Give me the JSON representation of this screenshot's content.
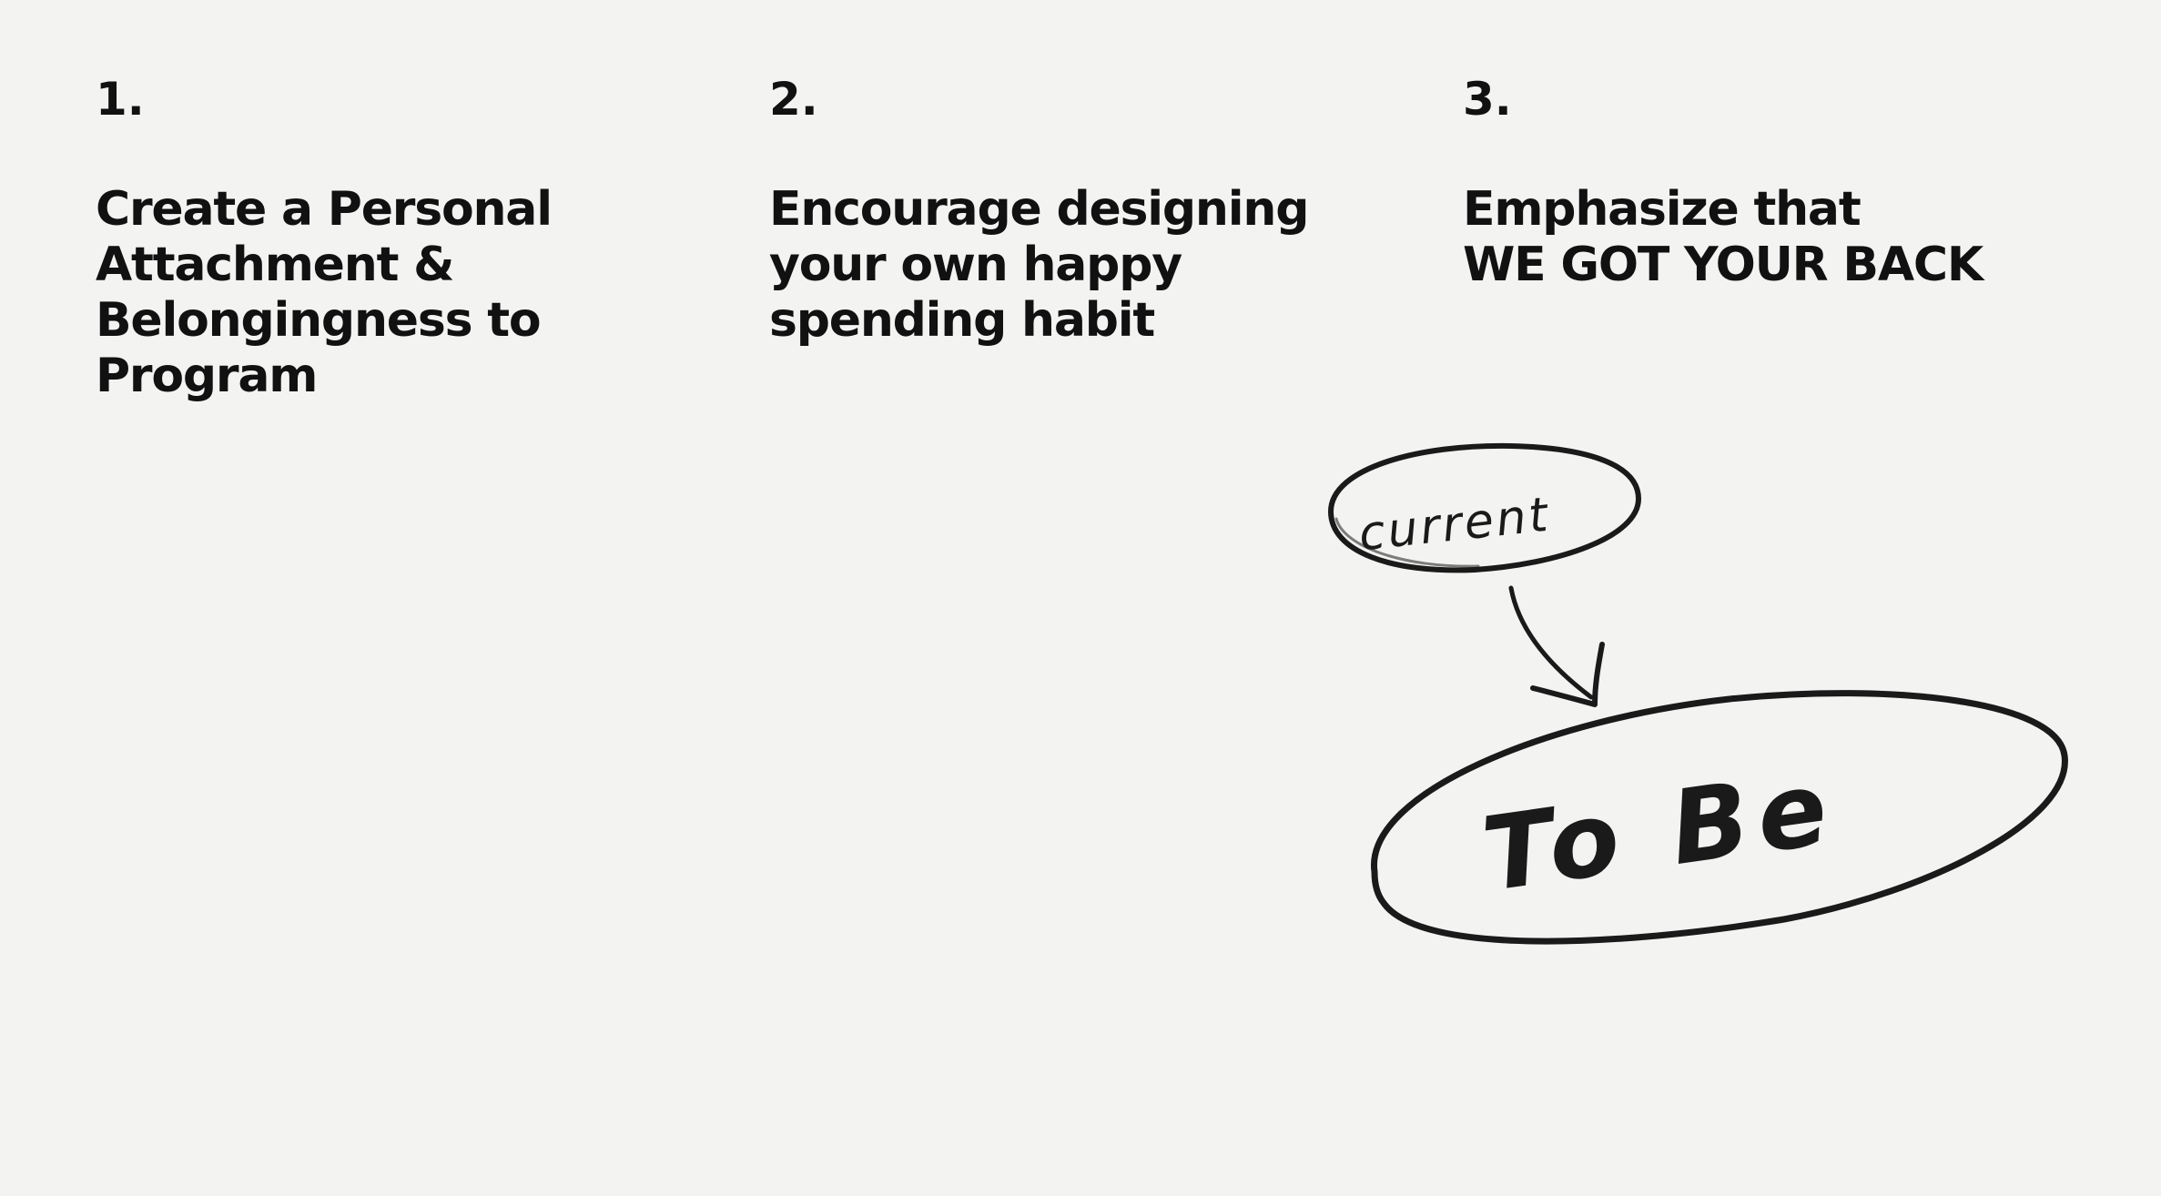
{
  "items": [
    {
      "number": "1.",
      "lines": [
        "Create a Personal",
        "Attachment &",
        "Belongingness to",
        "Program"
      ]
    },
    {
      "number": "2.",
      "lines": [
        "Encourage designing",
        "your own happy",
        "spending habit"
      ]
    },
    {
      "number": "3.",
      "lines": [
        "Emphasize that",
        "WE GOT YOUR BACK"
      ]
    }
  ],
  "sketch": {
    "current_label": "current",
    "to_be_label": "To Be",
    "ink_color": "#1a1a1a"
  }
}
